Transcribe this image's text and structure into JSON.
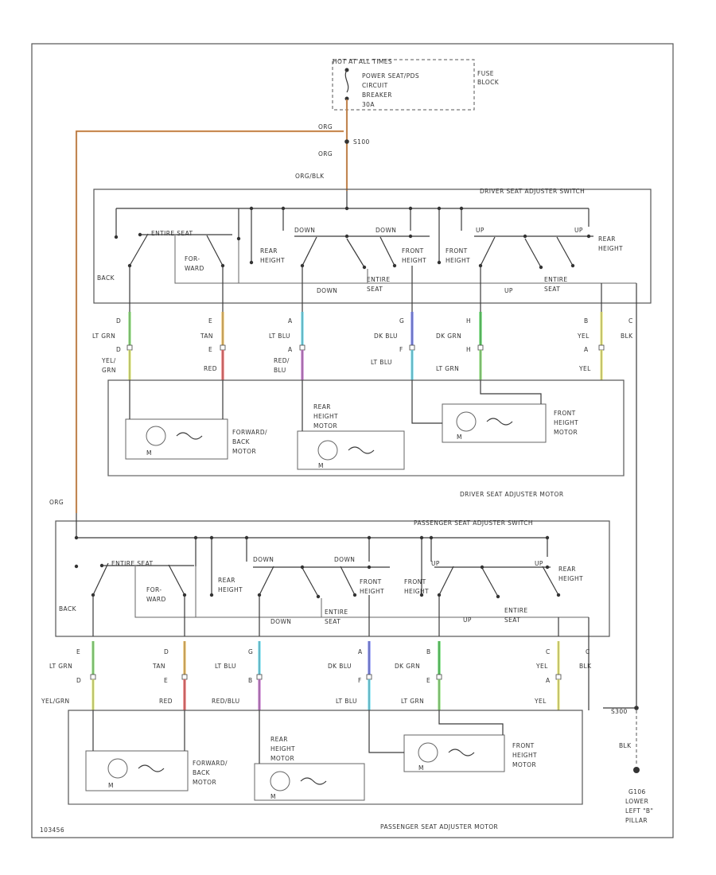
{
  "fuse": {
    "header": "HOT AT ALL TIMES",
    "line1": "POWER SEAT/PDS",
    "line2": "CIRCUIT",
    "line3": "BREAKER",
    "line4": "30A",
    "block1": "FUSE",
    "block2": "BLOCK"
  },
  "feed": {
    "org_top": "ORG",
    "splice": "S100",
    "org_mid": "ORG",
    "org_blk": "ORG/BLK",
    "org_pass": "ORG"
  },
  "driver_switch": {
    "title": "DRIVER SEAT ADJUSTER SWITCH",
    "entire_seat_top": "ENTIRE SEAT",
    "back": "BACK",
    "for1": "FOR-",
    "for2": "WARD",
    "down_left": "DOWN",
    "rear_h1": "REAR",
    "rear_h2": "HEIGHT",
    "down_center": "DOWN",
    "front_h1": "FRONT",
    "front_h2": "HEIGHT",
    "down_bottom": "DOWN",
    "entire_seat_mid1": "ENTIRE",
    "entire_seat_mid2": "SEAT",
    "up_left": "UP",
    "front_h3": "FRONT",
    "front_h4": "HEIGHT",
    "up_right": "UP",
    "rear_h3": "REAR",
    "rear_h4": "HEIGHT",
    "up_bottom": "UP",
    "entire_seat_r1": "ENTIRE",
    "entire_seat_r2": "SEAT"
  },
  "driver_wires": [
    {
      "pin_top": "D",
      "top": "LT GRN",
      "pin_bot": "D",
      "bot": "YEL/",
      "bot2": "GRN"
    },
    {
      "pin_top": "E",
      "top": "TAN",
      "pin_bot": "E",
      "bot": "RED",
      "bot2": ""
    },
    {
      "pin_top": "A",
      "top": "LT BLU",
      "pin_bot": "A",
      "bot": "RED/",
      "bot2": "BLU"
    },
    {
      "pin_top": "G",
      "top": "DK BLU",
      "pin_bot": "F",
      "bot": "LT BLU",
      "bot2": ""
    },
    {
      "pin_top": "H",
      "top": "DK GRN",
      "pin_bot": "H",
      "bot": "LT GRN",
      "bot2": ""
    },
    {
      "pin_top": "B",
      "top": "YEL",
      "pin_bot": "A",
      "bot": "YEL",
      "bot2": ""
    }
  ],
  "driver_blk": {
    "pin": "C",
    "label": "BLK"
  },
  "wire_colors": {
    "lt_grn": "#8ee27a",
    "tan": "#f2c060",
    "lt_blu": "#6fe0f2",
    "dk_blu": "#7a84f2",
    "dk_grn": "#57d65f",
    "yel": "#f1f07a",
    "yel_grn": "#e7f07a",
    "red": "#f26a6a",
    "red_blu": "#c878d0",
    "org": "#f5a25a"
  },
  "driver_motor": {
    "fwd1": "FORWARD/",
    "fwd2": "BACK",
    "fwd3": "MOTOR",
    "rear1": "REAR",
    "rear2": "HEIGHT",
    "rear3": "MOTOR",
    "front1": "FRONT",
    "front2": "HEIGHT",
    "front3": "MOTOR",
    "m": "M",
    "title": "DRIVER SEAT ADJUSTER MOTOR"
  },
  "pass_switch": {
    "title": "PASSENGER SEAT ADJUSTER SWITCH",
    "entire_seat_top": "ENTIRE SEAT",
    "back": "BACK",
    "for1": "FOR-",
    "for2": "WARD",
    "down_left": "DOWN",
    "rear_h1": "REAR",
    "rear_h2": "HEIGHT",
    "down_center": "DOWN",
    "front_h1": "FRONT",
    "front_h2": "HEIGHT",
    "down_bottom": "DOWN",
    "entire_seat_mid1": "ENTIRE",
    "entire_seat_mid2": "SEAT",
    "up_left": "UP",
    "front_h3": "FRONT",
    "front_h4": "HEIGHT",
    "up_right": "UP",
    "rear_h3": "REAR",
    "rear_h4": "HEIGHT",
    "up_bottom": "UP",
    "entire_seat_r1": "ENTIRE",
    "entire_seat_r2": "SEAT"
  },
  "pass_wires": [
    {
      "pin_top": "E",
      "top": "LT GRN",
      "pin_bot": "D",
      "bot": "YEL/GRN",
      "bot2": ""
    },
    {
      "pin_top": "D",
      "top": "TAN",
      "pin_bot": "E",
      "bot": "RED",
      "bot2": ""
    },
    {
      "pin_top": "G",
      "top": "LT BLU",
      "pin_bot": "B",
      "bot": "RED/BLU",
      "bot2": ""
    },
    {
      "pin_top": "A",
      "top": "DK BLU",
      "pin_bot": "F",
      "bot": "LT BLU",
      "bot2": ""
    },
    {
      "pin_top": "B",
      "top": "DK GRN",
      "pin_bot": "E",
      "bot": "LT GRN",
      "bot2": ""
    },
    {
      "pin_top": "C",
      "top": "YEL",
      "pin_bot": "A",
      "bot": "YEL",
      "bot2": ""
    }
  ],
  "pass_blk": {
    "pin": "C",
    "label": "BLK"
  },
  "pass_motor": {
    "fwd1": "FORWARD/",
    "fwd2": "BACK",
    "fwd3": "MOTOR",
    "rear1": "REAR",
    "rear2": "HEIGHT",
    "rear3": "MOTOR",
    "front1": "FRONT",
    "front2": "HEIGHT",
    "front3": "MOTOR",
    "m": "M",
    "title": "PASSENGER SEAT ADJUSTER MOTOR"
  },
  "ground": {
    "splice": "S300",
    "wire": "BLK",
    "g1": "G106",
    "g2": "LOWER",
    "g3": "LEFT \"B\"",
    "g4": "PILLAR"
  },
  "footer_code": "103456"
}
